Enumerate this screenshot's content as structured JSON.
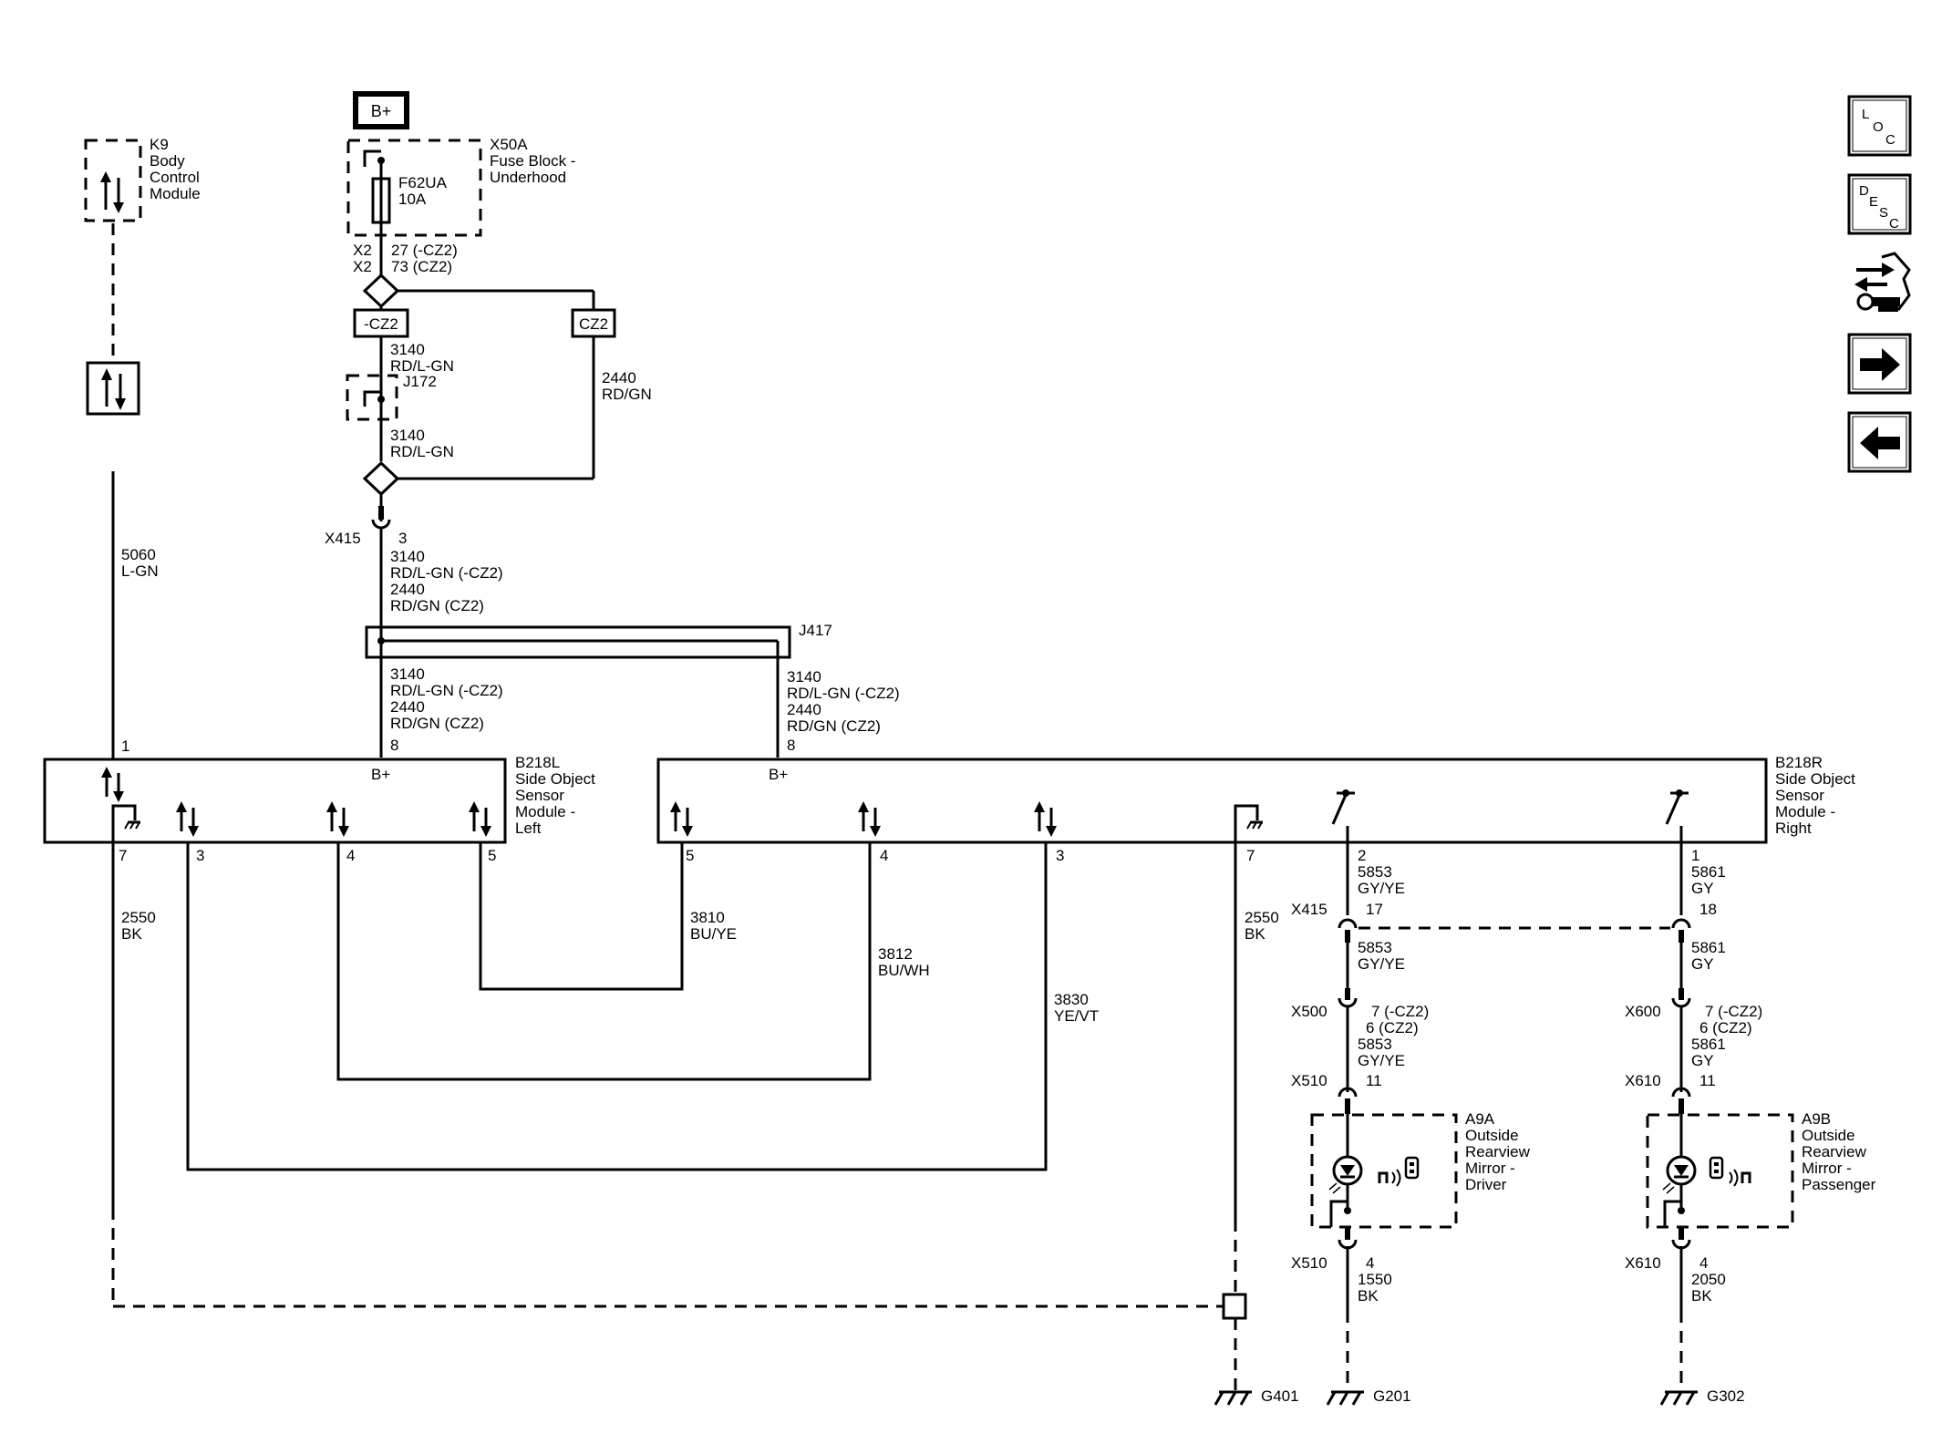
{
  "bplus": "B+",
  "k9": {
    "id": "K9",
    "l1": "Body",
    "l2": "Control",
    "l3": "Module"
  },
  "x50a": {
    "id": "X50A",
    "l1": "Fuse Block -",
    "l2": "Underhood"
  },
  "fuse": {
    "id": "F62UA",
    "rating": "10A"
  },
  "x2": {
    "c1": "X2",
    "c2": "X2",
    "p1": "27 (-CZ2)",
    "p2": "73 (CZ2)"
  },
  "opt": {
    "a": "-CZ2",
    "b": "CZ2"
  },
  "w3140a": {
    "num": "3140",
    "color": "RD/L-GN"
  },
  "j172": "J172",
  "w3140b": {
    "num": "3140",
    "color": "RD/L-GN"
  },
  "w2440": {
    "num": "2440",
    "color": "RD/GN"
  },
  "w5060": {
    "num": "5060",
    "color": "L-GN"
  },
  "x415a": {
    "id": "X415",
    "pin": "3"
  },
  "w_top": {
    "l1": "3140",
    "l2": "RD/L-GN (-CZ2)",
    "l3": "2440",
    "l4": "RD/GN (CZ2)"
  },
  "j417": "J417",
  "w_left": {
    "l1": "3140",
    "l2": "RD/L-GN (-CZ2)",
    "l3": "2440",
    "l4": "RD/GN (CZ2)",
    "pin": "8"
  },
  "w_right": {
    "l1": "3140",
    "l2": "RD/L-GN (-CZ2)",
    "l3": "2440",
    "l4": "RD/GN (CZ2)",
    "pin": "8"
  },
  "pin1": "1",
  "b218l": {
    "id": "B218L",
    "l1": "Side Object",
    "l2": "Sensor",
    "l3": "Module -",
    "l4": "Left",
    "bplus": "B+"
  },
  "b218r": {
    "id": "B218R",
    "l1": "Side Object",
    "l2": "Sensor",
    "l3": "Module -",
    "l4": "Right",
    "bplus": "B+"
  },
  "lpins": {
    "p7": "7",
    "p3": "3",
    "p4": "4",
    "p5": "5"
  },
  "rpins": {
    "p5": "5",
    "p4": "4",
    "p3": "3",
    "p7": "7",
    "p2": "2",
    "p1": "1"
  },
  "w2550l": {
    "num": "2550",
    "color": "BK"
  },
  "w2550r": {
    "num": "2550",
    "color": "BK"
  },
  "w3810": {
    "num": "3810",
    "color": "BU/YE"
  },
  "w3812": {
    "num": "3812",
    "color": "BU/WH"
  },
  "w3830": {
    "num": "3830",
    "color": "YE/VT"
  },
  "drv": {
    "w1": {
      "num": "5853",
      "color": "GY/YE"
    },
    "x415": "X415",
    "x415pin": "17",
    "w2": {
      "num": "5853",
      "color": "GY/YE"
    },
    "x500": "X500",
    "x500p1": "7 (-CZ2)",
    "x500p2": "6 (CZ2)",
    "w3": {
      "num": "5853",
      "color": "GY/YE"
    },
    "x510": "X510",
    "x510pin": "11",
    "a9": {
      "id": "A9A",
      "l1": "Outside",
      "l2": "Rearview",
      "l3": "Mirror -",
      "l4": "Driver"
    },
    "x510b": "X510",
    "x510bpin": "4",
    "w4": {
      "num": "1550",
      "color": "BK"
    },
    "gnd": "G201"
  },
  "pas": {
    "w1": {
      "num": "5861",
      "color": "GY"
    },
    "x415pin": "18",
    "w2": {
      "num": "5861",
      "color": "GY"
    },
    "x600": "X600",
    "x600p1": "7 (-CZ2)",
    "x600p2": "6 (CZ2)",
    "w3": {
      "num": "5861",
      "color": "GY"
    },
    "x610": "X610",
    "x610pin": "11",
    "a9": {
      "id": "A9B",
      "l1": "Outside",
      "l2": "Rearview",
      "l3": "Mirror -",
      "l4": "Passenger"
    },
    "x610b": "X610",
    "x610bpin": "4",
    "w4": {
      "num": "2050",
      "color": "BK"
    },
    "gnd": "G302"
  },
  "g401": "G401",
  "nav": {
    "loc": [
      "L",
      "O",
      "C"
    ],
    "desc": [
      "D",
      "E",
      "S",
      "C"
    ]
  }
}
